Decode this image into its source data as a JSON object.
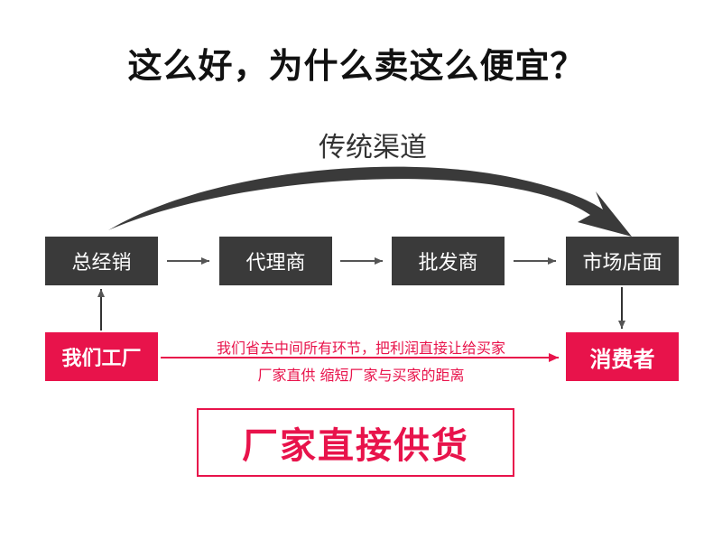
{
  "headline": "这么好，为什么卖这么便宜？",
  "traditional_label": "传统渠道",
  "nodes": {
    "distributor": "总经销",
    "agent": "代理商",
    "wholesaler": "批发商",
    "store": "市场店面",
    "factory": "我们工厂",
    "consumer": "消费者"
  },
  "notes": {
    "line1": "我们省去中间所有环节，把利润直接让给买家",
    "line2": "厂家直供 缩短厂家与买家的距离"
  },
  "banner": "厂家直接供货",
  "colors": {
    "accent_red": "#e8134b",
    "box_dark": "#3a3a3a",
    "arrow_gray": "#555555"
  }
}
